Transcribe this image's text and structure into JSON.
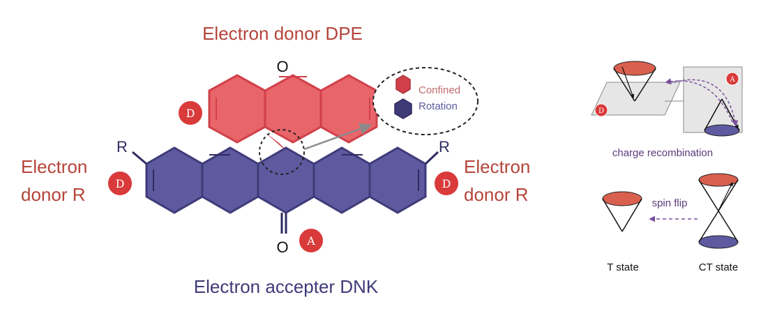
{
  "molecule": {
    "donor_top_label": "Electron donor DPE",
    "acceptor_label": "Electron accepter DNK",
    "left_donor_label_line1": "Electron",
    "left_donor_label_line2": "donor R",
    "right_donor_label_line1": "Electron",
    "right_donor_label_line2": "donor R",
    "oxygen_top": "O",
    "oxygen_bottom": "O",
    "substituent_left": "R",
    "substituent_right": "R",
    "badge_donor": "D",
    "badge_acceptor": "A",
    "inset_line1": "Confined",
    "inset_line2": "Rotation"
  },
  "mechanism": {
    "recombination_label": "charge recombination",
    "spin_flip_label": "spin flip",
    "t_state_label": "T state",
    "ct_state_label": "CT state",
    "badge_donor": "D",
    "badge_acceptor": "A"
  },
  "colors": {
    "donor_red": "#e8656a",
    "acceptor_blue": "#5e5aa0",
    "label_red": "#b5443a",
    "label_blue": "#3f3a78",
    "arrow_purple": "#7a4f9a"
  }
}
